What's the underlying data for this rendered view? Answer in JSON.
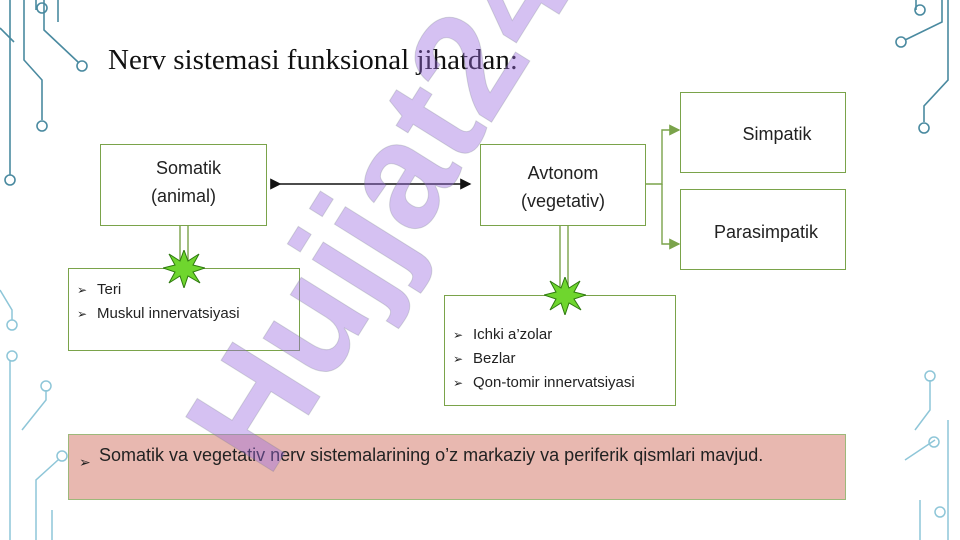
{
  "title": "Nerv sistemasi funksional jihatdan:",
  "boxes": {
    "somatik_line1": "Somatik",
    "somatik_line2": "(animal)",
    "avtonom_line1": "Avtonom",
    "avtonom_line2": "(vegetativ)",
    "simpatik": "Simpatik",
    "parasimpatik": "Parasimpatik"
  },
  "somatik_list": [
    "Teri",
    "Muskul innervatsiyasi"
  ],
  "avtonom_list": [
    "Ichki a’zolar",
    "Bezlar",
    "Qon-tomir innervatsiyasi"
  ],
  "note": "Somatik va vegetativ nerv sistemalarining o’z markaziy va periferik qismlari mavjud.",
  "watermark": "Hujjat24",
  "colors": {
    "box_border": "#7aa34a",
    "note_bg": "#e8b8b0",
    "circuit": "#3d7f95",
    "watermark": "#b38de6"
  }
}
